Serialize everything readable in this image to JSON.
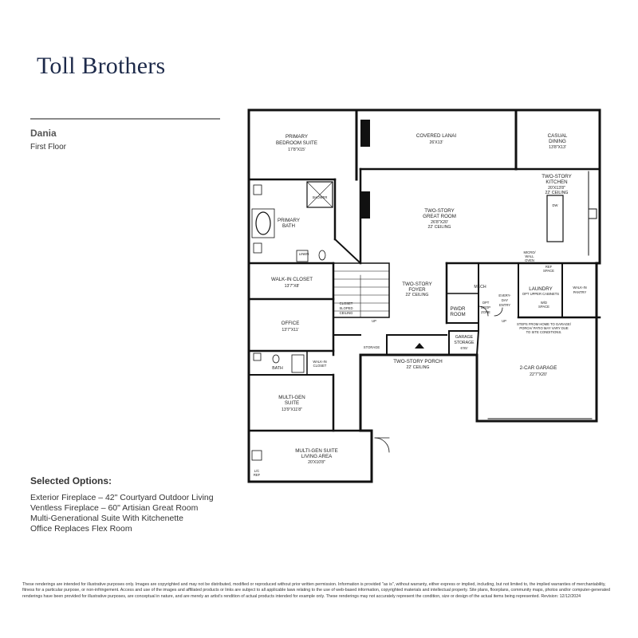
{
  "brand": {
    "name": "Toll Brothers"
  },
  "plan": {
    "name": "Dania",
    "floor": "First Floor"
  },
  "rooms": {
    "primary_bedroom": {
      "name_l1": "PRIMARY",
      "name_l2": "BEDROOM SUITE",
      "dims": "17'8\"X15'"
    },
    "covered_lanai": {
      "name": "COVERED LANAI",
      "dims": "26'X13'"
    },
    "casual_dining": {
      "name": "CASUAL",
      "name_l2": "DINING",
      "dims": "13'8\"X13'"
    },
    "kitchen": {
      "name_l1": "TWO-STORY",
      "name_l2": "KITCHEN",
      "dims": "20'X13'8\"",
      "ceiling": "22' CEILING"
    },
    "great_room": {
      "name_l1": "TWO-STORY",
      "name_l2": "GREAT ROOM",
      "dims": "26'8\"X20'",
      "ceiling": "22' CEILING"
    },
    "shower": {
      "name": "SHOWER"
    },
    "primary_bath": {
      "name_l1": "PRIMARY",
      "name_l2": "BATH"
    },
    "linen": {
      "name": "LINEN"
    },
    "walk_in_closet": {
      "name": "WALK-IN CLOSET",
      "dims": "13'7\"X8'"
    },
    "foyer": {
      "name_l1": "TWO-STORY",
      "name_l2": "FOYER",
      "ceiling": "22' CEILING"
    },
    "closet_sloped": {
      "l1": "CLOSET",
      "l2": "SLOPED",
      "l3": "CEILING"
    },
    "mech": {
      "name": "MECH"
    },
    "pwdr": {
      "l1": "PWDR",
      "l2": "ROOM"
    },
    "opt_drop": {
      "l1": "OPT",
      "l2": "DROP",
      "l3": "ZONE"
    },
    "everyday_entry": {
      "l1": "EVERY-",
      "l2": "DAY",
      "l3": "ENTRY"
    },
    "micro_wall_oven": {
      "l1": "MICRO/",
      "l2": "WALL",
      "l3": "OVEN"
    },
    "ref_space": {
      "l1": "REF",
      "l2": "SPACE"
    },
    "laundry": {
      "name": "LAUNDRY",
      "sub": "OPT UPPER CABINETS"
    },
    "wd_space": {
      "l1": "W/D",
      "l2": "SPACE"
    },
    "walk_in_pantry": {
      "l1": "WALK-IN",
      "l2": "PANTRY"
    },
    "dw": {
      "name": "DW"
    },
    "office": {
      "name": "OFFICE",
      "dims": "13'7\"X11'"
    },
    "storage_small": {
      "name": "STORAGE"
    },
    "garage_storage": {
      "l1": "GARAGE",
      "l2": "STORAGE",
      "dims": "6'X5'"
    },
    "bath": {
      "name": "BATH"
    },
    "walk_in_closet_small": {
      "l1": "WALK-IN",
      "l2": "CLOSET"
    },
    "porch": {
      "name": "TWO-STORY PORCH",
      "ceiling": "22' CEILING"
    },
    "garage": {
      "name": "2-CAR GARAGE",
      "dims": "22'7\"X20'"
    },
    "steps_note": {
      "l1": "STEPS FROM HOME TO GARAGE/",
      "l2": "PORCH/ PATIO MAY VARY DUE",
      "l3": "TO SITE CONDITIONS."
    },
    "multigen_suite": {
      "l1": "MULTI-GEN",
      "l2": "SUITE",
      "dims": "13'9\"X11'8\""
    },
    "multigen_living": {
      "l1": "MULTI-GEN SUITE",
      "l2": "LIVING AREA",
      "dims": "20'X10'8\""
    },
    "lc_ref": {
      "l1": "L/C",
      "l2": "REF"
    },
    "up_label": "UP"
  },
  "options": {
    "heading": "Selected Options:",
    "items": [
      "Exterior Fireplace – 42\" Courtyard Outdoor Living",
      "Ventless Fireplace – 60\" Artisian Great Room",
      "Multi-Generational Suite With Kitchenette",
      "Office Replaces Flex Room"
    ]
  },
  "disclaimer": "These renderings are intended for illustrative purposes only. Images are copyrighted and may not be distributed, modified or reproduced without prior written permission. Information is provided \"as is\", without warranty, either express or implied, including, but not limited to, the implied warranties of merchantability, fitness for a particular purpose, or non-infringement. Access and use of the images and affiliated products or links are subject to all applicable laws relating to the use of web-based information, copyrighted materials and intellectual property. Site plans, floorplans, community maps, photos and/or computer-generated renderings have been provided for illustrative purposes, are conceptual in nature, and are merely an artist's rendition of actual products intended for example only. These renderings may not accurately represent the condition, size or design of the actual items being represented. Revision: 12/12/2024"
}
